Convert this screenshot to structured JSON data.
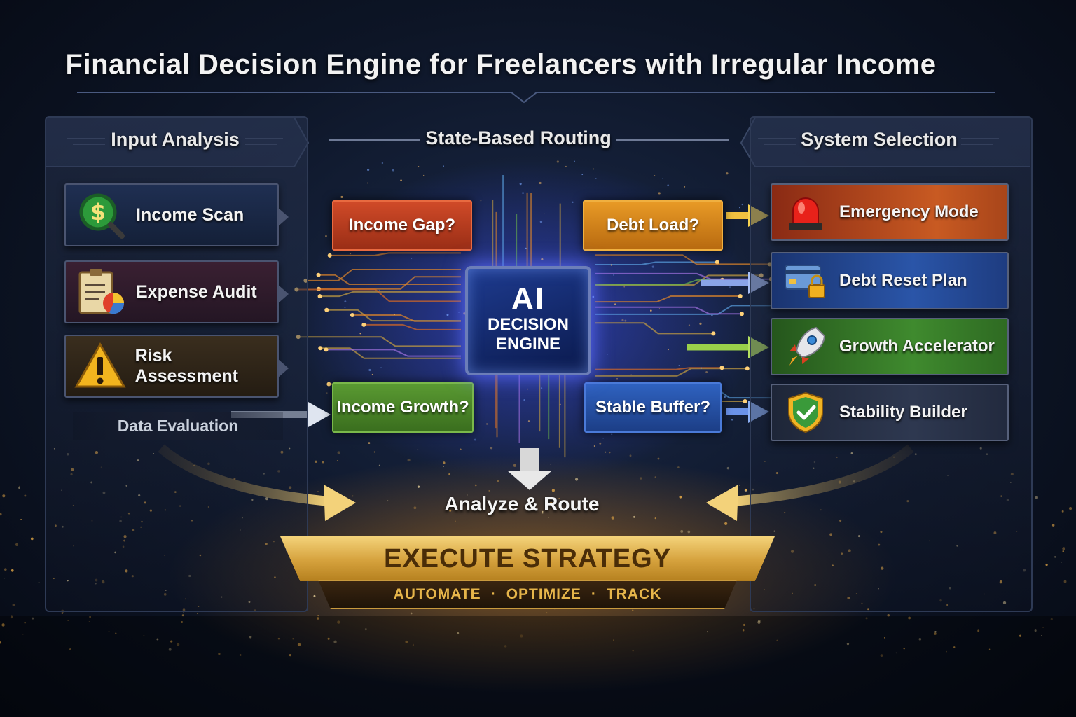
{
  "title": "Financial Decision Engine for Freelancers with Irregular Income",
  "columns": {
    "input": "Input Analysis",
    "routing": "State-Based Routing",
    "system": "System Selection"
  },
  "inputs": [
    {
      "label": "Income Scan",
      "icon": "dollar-magnifier-icon"
    },
    {
      "label": "Expense Audit",
      "icon": "clipboard-chart-icon"
    },
    {
      "label": "Risk Assessment",
      "icon": "warning-icon"
    }
  ],
  "data_evaluation": "Data Evaluation",
  "states": {
    "income_gap": "Income Gap?",
    "debt_load": "Debt Load?",
    "income_growth": "Income Growth?",
    "stable_buffer": "Stable Buffer?"
  },
  "engine": {
    "line1": "AI",
    "line2": "DECISION",
    "line3": "ENGINE"
  },
  "systems": [
    {
      "label": "Emergency Mode",
      "icon": "siren-icon",
      "color": "#b8401c"
    },
    {
      "label": "Debt Reset Plan",
      "icon": "credit-card-lock-icon",
      "color": "#2a4a90"
    },
    {
      "label": "Growth Accelerator",
      "icon": "rocket-icon",
      "color": "#3a7a2a"
    },
    {
      "label": "Stability Builder",
      "icon": "shield-check-icon",
      "color": "#2e3850"
    }
  ],
  "analyze_route": "Analyze & Route",
  "execute": {
    "title": "EXECUTE STRATEGY",
    "steps": [
      "AUTOMATE",
      "OPTIMIZE",
      "TRACK"
    ],
    "separator": "·"
  },
  "colors": {
    "gold": "#d5a13c",
    "orange": "#e08a1e",
    "red": "#c2401e",
    "green": "#4d8a2a",
    "blue": "#2a56a8"
  }
}
